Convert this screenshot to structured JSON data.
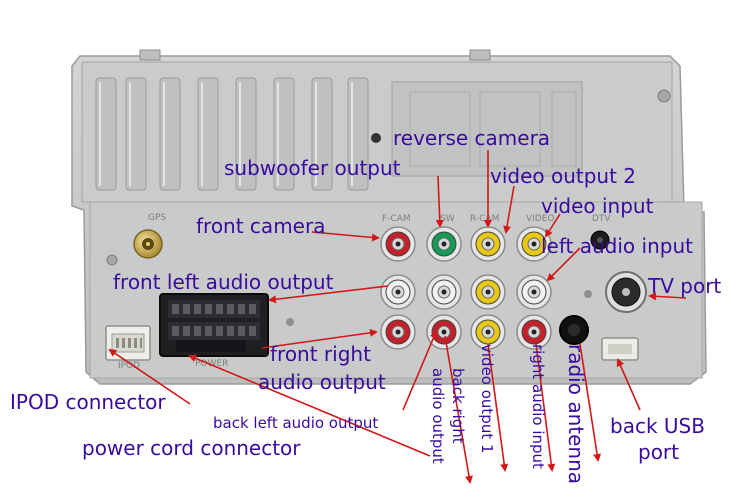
{
  "panel": {
    "silk": {
      "gps": "GPS",
      "front_cam": "F-CAM",
      "sw": "SW",
      "rear_cam": "R-CAM",
      "video": "VIDEO",
      "dtv": "DTV",
      "power": "POWER",
      "ipod": "IPOD"
    }
  },
  "labels": {
    "reverse_camera": "reverse camera",
    "subwoofer_output": "subwoofer output",
    "video_output_2": "video output 2",
    "video_input": "video input",
    "front_camera": "front camera",
    "left_audio_input": "left audio input",
    "front_left_audio_output": "front left audio output",
    "tv_port": "TV port",
    "front_right_audio_output_l1": "front right",
    "front_right_audio_output_l2": "audio output",
    "ipod_connector": "IPOD connector",
    "back_left_audio_output": "back left audio output",
    "back_right_audio_output_l1": "back right",
    "back_right_audio_output_l2": "audio output",
    "video_output_1": "video output 1",
    "right_audio_input": "right audio input",
    "radio_antenna": "radio antenna",
    "back_usb_port_l1": "back USB",
    "back_usb_port_l2": "port",
    "power_cord_connector": "power cord connector"
  },
  "colors": {
    "label": "#3a0aa0",
    "arrow": "#d21818",
    "panel": "#c7c9c8",
    "rca_red": "#c4202a",
    "rca_green": "#159a58",
    "rca_yellow": "#e8c812",
    "rca_white": "#f2f2f2"
  }
}
